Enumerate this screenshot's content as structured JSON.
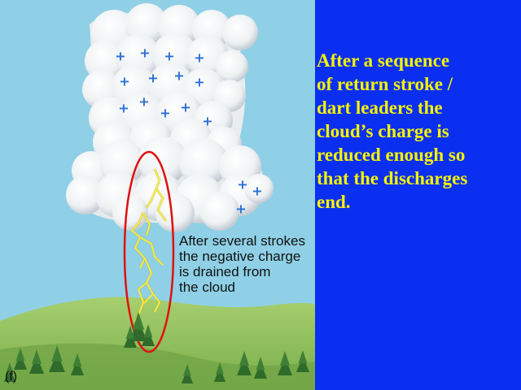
{
  "figure": {
    "panel_letter": "(f)",
    "label_lines": [
      "After several strokes",
      "the negative charge",
      "is drained from",
      "the cloud"
    ],
    "charge_symbol": "+"
  },
  "slide_text_lines": [
    "After a sequence",
    "of return stroke /",
    "dart leaders the",
    "cloud’s charge is",
    "reduced enough so",
    "that the discharges",
    "end."
  ],
  "colors": {
    "slide_background": "#0b2ff0",
    "slide_text": "#f6f400",
    "sky": "#8fd0e6",
    "ground": "#8fc060",
    "lightning": "#f0ec50",
    "highlight_ellipse": "#e01010",
    "charge_sign": "#2a6fd6"
  }
}
